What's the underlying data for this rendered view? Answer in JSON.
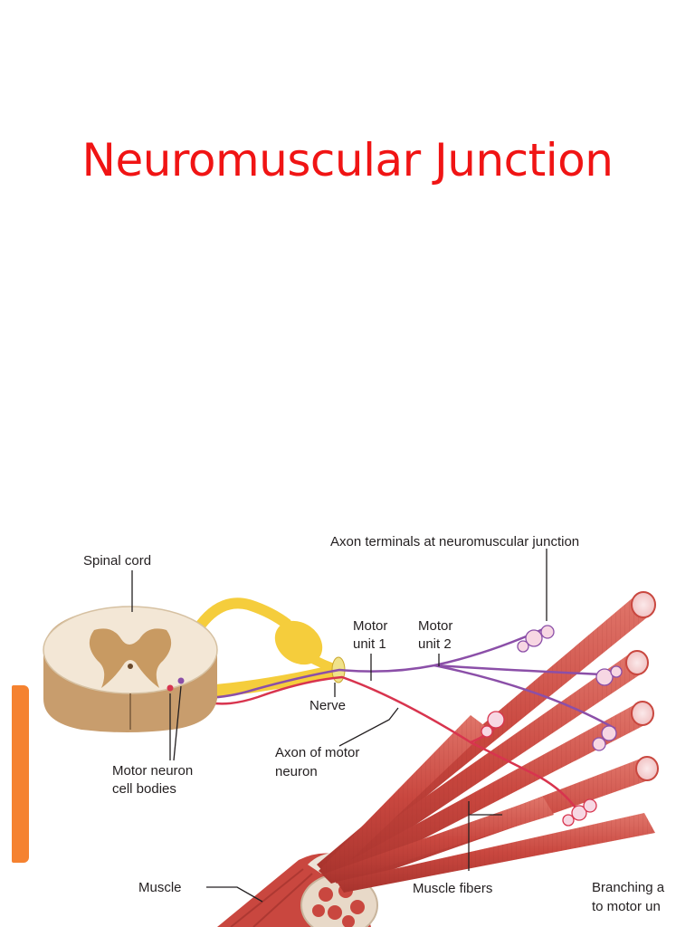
{
  "slide": {
    "title": "Neuromuscular Junction"
  },
  "colors": {
    "title": "#f01414",
    "accent_bar": "#f58230",
    "muscle": "#c9473f",
    "nerve_yellow": "#f5cd3c",
    "gray_matter": "#c89a62",
    "axon_purple": "#8b4fa8",
    "axon_red": "#d8344e"
  },
  "figure": {
    "labels": {
      "spinal_cord": "Spinal cord",
      "axon_terminals": "Axon terminals at neuromuscular junction",
      "motor_unit_1_a": "Motor",
      "motor_unit_1_b": "unit 1",
      "motor_unit_2_a": "Motor",
      "motor_unit_2_b": "unit 2",
      "nerve": "Nerve",
      "axon_of_motor_a": "Axon of motor",
      "axon_of_motor_b": "neuron",
      "motor_neuron_a": "Motor neuron",
      "motor_neuron_b": "cell bodies",
      "muscle": "Muscle",
      "muscle_fibers": "Muscle fibers",
      "branching_a": "Branching a",
      "branching_b": "to motor un"
    }
  }
}
